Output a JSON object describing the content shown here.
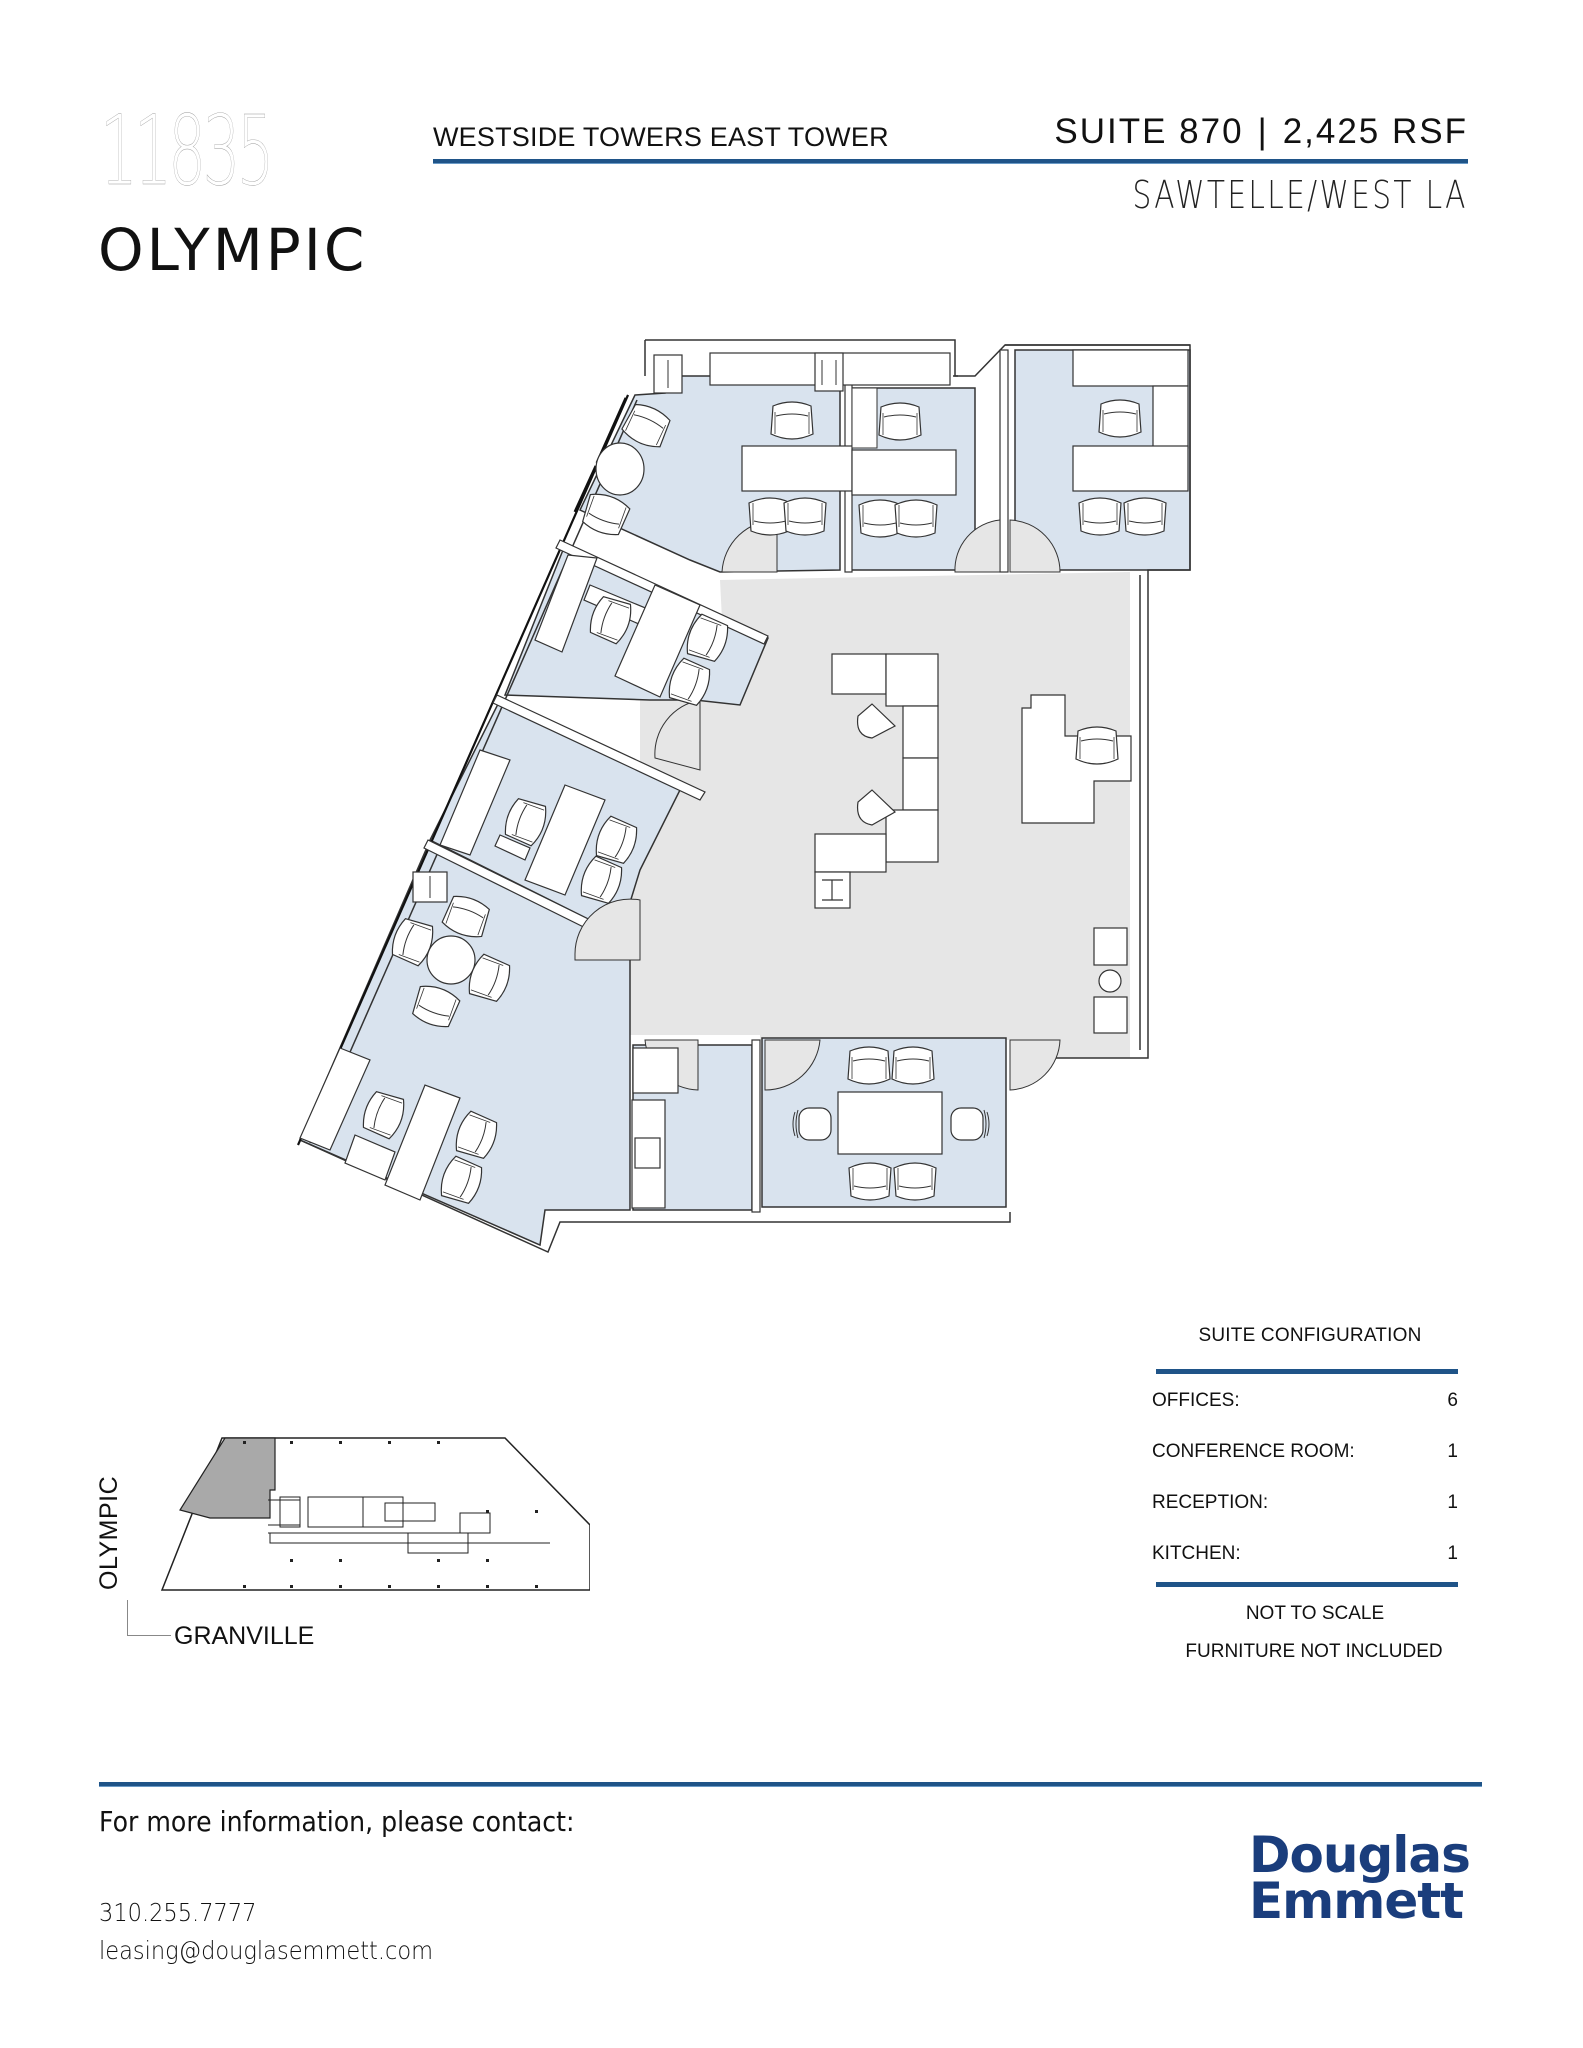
{
  "header": {
    "address_number": "11835",
    "address_street": "OLYMPIC",
    "building_name": "WESTSIDE TOWERS EAST TOWER",
    "suite": "SUITE 870",
    "separator": "|",
    "area": "2,425 RSF",
    "submarket": "SAWTELLE/WEST LA"
  },
  "colors": {
    "accent_blue": "#1f5488",
    "logo_blue": "#1a3d7c",
    "room_fill": "#d9e3ee",
    "common_fill": "#e6e6e6",
    "wall_line": "#333333",
    "keyplan_highlight": "#a9a9a9"
  },
  "floor_plan": {
    "rooms": [
      {
        "type": "office",
        "label": "office-1-top-left",
        "furniture": [
          "round-table",
          "2 chairs",
          "desk",
          "3 chairs",
          "credenza"
        ]
      },
      {
        "type": "office",
        "label": "office-2-top-center",
        "furniture": [
          "desk",
          "3 chairs"
        ]
      },
      {
        "type": "office",
        "label": "office-3-top-right",
        "furniture": [
          "desk",
          "3 chairs",
          "credenza"
        ]
      },
      {
        "type": "office",
        "label": "office-4-left-upper",
        "furniture": [
          "desk",
          "3 chairs",
          "credenza"
        ]
      },
      {
        "type": "office",
        "label": "office-5-left-middle",
        "furniture": [
          "desk",
          "3 chairs",
          "credenza"
        ]
      },
      {
        "type": "office",
        "label": "office-6-bottom-left",
        "furniture": [
          "round-table",
          "4 chairs",
          "desk",
          "3 chairs",
          "file-cabinet"
        ]
      },
      {
        "type": "reception",
        "label": "reception",
        "furniture": [
          "workstation-cluster",
          "2 task chairs",
          "reception-desk",
          "chair",
          "2 lounge chairs",
          "side-table"
        ]
      },
      {
        "type": "kitchen",
        "label": "kitchen",
        "furniture": [
          "refrigerator",
          "counter",
          "sink"
        ]
      },
      {
        "type": "conference",
        "label": "conference-room",
        "furniture": [
          "table",
          "6 chairs"
        ]
      }
    ]
  },
  "key_plan": {
    "street_vertical": "OLYMPIC",
    "street_horizontal": "GRANVILLE"
  },
  "configuration": {
    "title": "SUITE CONFIGURATION",
    "rows": [
      {
        "label": "OFFICES:",
        "value": "6"
      },
      {
        "label": "CONFERENCE ROOM:",
        "value": "1"
      },
      {
        "label": "RECEPTION:",
        "value": "1"
      },
      {
        "label": "KITCHEN:",
        "value": "1"
      }
    ],
    "note_scale": "NOT TO SCALE",
    "note_furniture": "FURNITURE NOT INCLUDED"
  },
  "footer": {
    "contact_heading": "For more information, please contact:",
    "phone": "310.255.7777",
    "email": "leasing@douglasemmett.com",
    "logo_line1": "Douglas",
    "logo_line2": "Emmett"
  }
}
